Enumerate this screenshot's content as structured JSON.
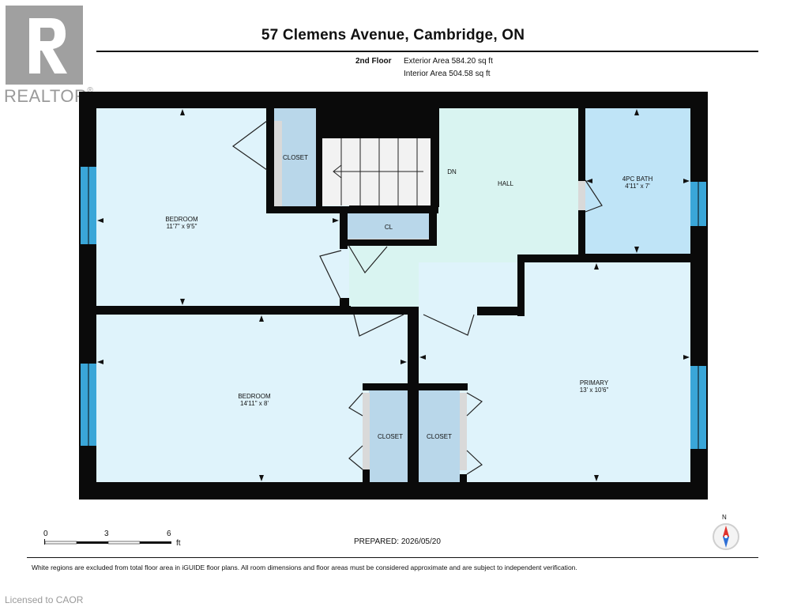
{
  "header": {
    "address": "57 Clemens Avenue, Cambridge, ON",
    "floor": "2nd Floor",
    "exterior_area": "Exterior Area 584.20 sq ft",
    "interior_area": "Interior Area 504.58 sq ft"
  },
  "logo": {
    "text": "REALTOR",
    "registered": "®"
  },
  "rooms": {
    "closet_top": "CLOSET",
    "stairs": "DN",
    "hall": "HALL",
    "bath_name": "4PC BATH",
    "bath_dims": "4'11\" x 7'",
    "bedroom1_name": "BEDROOM",
    "bedroom1_dims": "11'7\" x 9'5\"",
    "cl": "CL",
    "bedroom2_name": "BEDROOM",
    "bedroom2_dims": "14'11\" x 8'",
    "closet_left": "CLOSET",
    "closet_right": "CLOSET",
    "primary_name": "PRIMARY",
    "primary_dims": "13' x 10'6\""
  },
  "scale": {
    "ticks": [
      "0",
      "3",
      "6"
    ],
    "unit": "ft"
  },
  "prepared": "PREPARED: 2026/05/20",
  "compass": "N",
  "disclaimer": "White regions are excluded from total floor area in iGUIDE floor plans. All room dimensions and floor areas must be considered approximate and are subject to independent verification.",
  "license": "Licensed to CAOR",
  "colors": {
    "wall": "#0a0a0a",
    "room": "#dff3fb",
    "hall": "#d9f4f1",
    "bath": "#bfe4f7",
    "closet": "#b9d7ea",
    "window": "#3aa6d8",
    "logo_gray": "#9a9a9a"
  }
}
